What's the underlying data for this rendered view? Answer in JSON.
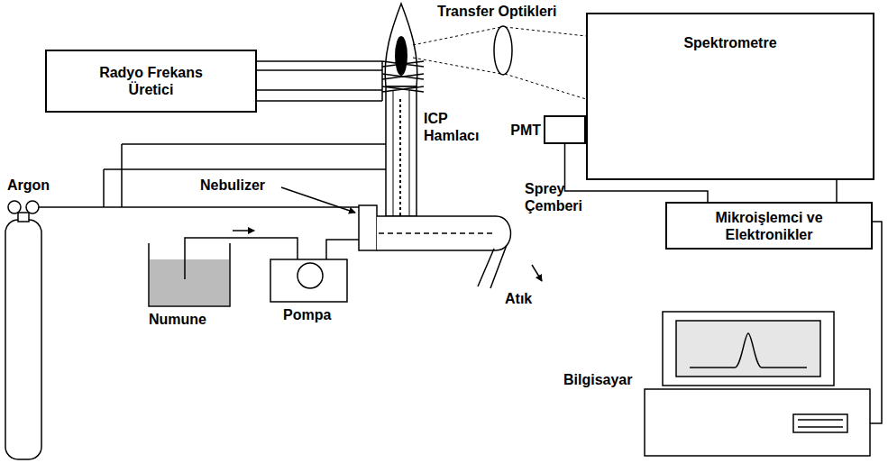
{
  "diagram": {
    "nodes": [
      {
        "text": [
          "Radyo Frekans Üretici"
        ]
      },
      {
        "text": [
          "Spektrometre"
        ]
      },
      {
        "text": [
          "PMT"
        ]
      },
      {
        "text": [
          "Mikroişlemci ve Elektronikler"
        ]
      }
    ],
    "edges": [
      {
        "from": 2,
        "to": 3,
        "arrow": "none"
      },
      {
        "from": 1,
        "to": 3,
        "arrow": "none"
      }
    ],
    "labels": [
      "Transfer Optikleri",
      "ICP Hamlacı",
      "Argon",
      "Nebulizer",
      "Sprey Çemberi",
      "Atık",
      "Pompa",
      "Numune",
      "Bilgisayar"
    ]
  }
}
